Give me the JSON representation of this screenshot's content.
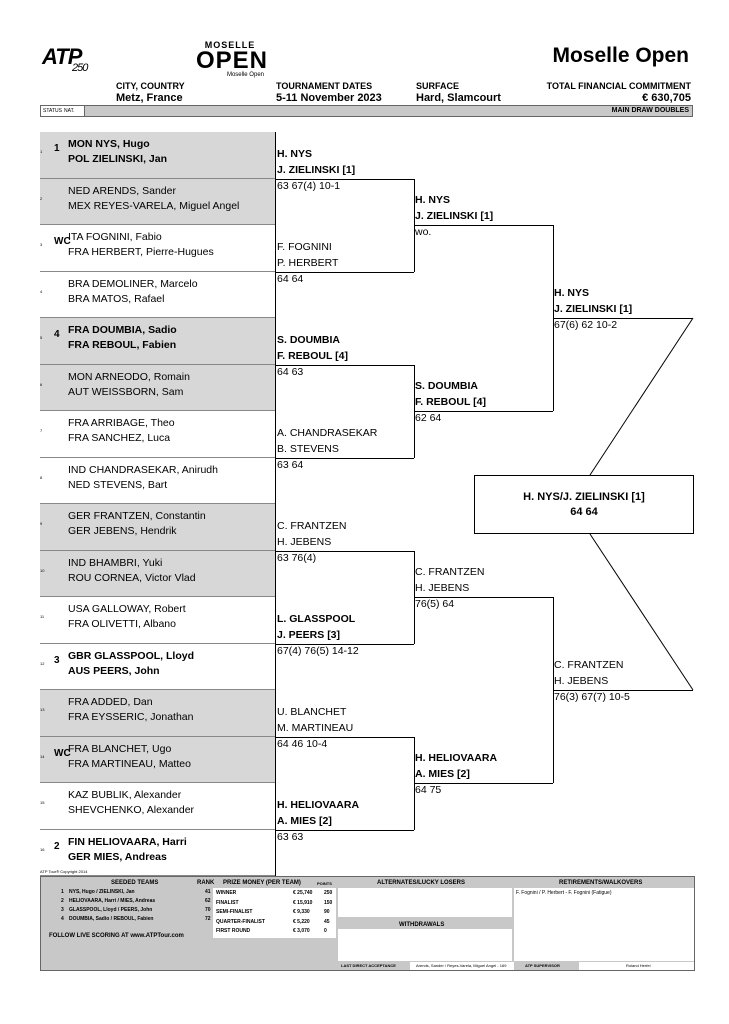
{
  "header": {
    "atp_logo": "ATP",
    "atp_logo_sub": "250",
    "moselle_logo_top": "MOSELLE",
    "moselle_logo_main": "OPEN",
    "moselle_logo_sub": "Moselle Open",
    "title": "Moselle Open",
    "city_label": "CITY, COUNTRY",
    "city_value": "Metz, France",
    "dates_label": "TOURNAMENT DATES",
    "dates_value": "5-11 November 2023",
    "surface_label": "SURFACE",
    "surface_value": "Hard, Slamcourt",
    "commitment_label": "TOTAL FINANCIAL COMMITMENT",
    "commitment_value": "€ 630,705",
    "status_label": "STATUS",
    "nat_label": "NAT.",
    "draw_label": "MAIN DRAW DOUBLES"
  },
  "entries": [
    {
      "num": "1",
      "seed": "1",
      "p1": "MON NYS, Hugo",
      "p2": "POL ZIELINSKI, Jan",
      "bold": true,
      "shade": true
    },
    {
      "num": "2",
      "seed": "",
      "p1": "NED ARENDS, Sander",
      "p2": "MEX REYES-VARELA, Miguel Angel",
      "bold": false,
      "shade": true
    },
    {
      "num": "3",
      "seed": "WC",
      "p1": "ITA FOGNINI, Fabio",
      "p2": "FRA HERBERT, Pierre-Hugues",
      "bold": false,
      "shade": false
    },
    {
      "num": "4",
      "seed": "",
      "p1": "BRA DEMOLINER, Marcelo",
      "p2": "BRA MATOS, Rafael",
      "bold": false,
      "shade": false
    },
    {
      "num": "5",
      "seed": "4",
      "p1": "FRA DOUMBIA, Sadio",
      "p2": "FRA REBOUL, Fabien",
      "bold": true,
      "shade": true
    },
    {
      "num": "6",
      "seed": "",
      "p1": "MON ARNEODO, Romain",
      "p2": "AUT WEISSBORN, Sam",
      "bold": false,
      "shade": true
    },
    {
      "num": "7",
      "seed": "",
      "p1": "FRA ARRIBAGE, Theo",
      "p2": "FRA SANCHEZ, Luca",
      "bold": false,
      "shade": false
    },
    {
      "num": "8",
      "seed": "",
      "p1": "IND CHANDRASEKAR, Anirudh",
      "p2": "NED STEVENS, Bart",
      "bold": false,
      "shade": false
    },
    {
      "num": "9",
      "seed": "",
      "p1": "GER FRANTZEN, Constantin",
      "p2": "GER JEBENS, Hendrik",
      "bold": false,
      "shade": true
    },
    {
      "num": "10",
      "seed": "",
      "p1": "IND BHAMBRI, Yuki",
      "p2": "ROU CORNEA, Victor Vlad",
      "bold": false,
      "shade": true
    },
    {
      "num": "11",
      "seed": "",
      "p1": "USA GALLOWAY, Robert",
      "p2": "FRA OLIVETTI, Albano",
      "bold": false,
      "shade": false
    },
    {
      "num": "12",
      "seed": "3",
      "p1": "GBR GLASSPOOL, Lloyd",
      "p2": "AUS PEERS, John",
      "bold": true,
      "shade": false
    },
    {
      "num": "13",
      "seed": "",
      "p1": "FRA ADDED, Dan",
      "p2": "FRA EYSSERIC, Jonathan",
      "bold": false,
      "shade": true
    },
    {
      "num": "14",
      "seed": "WC",
      "p1": "FRA BLANCHET, Ugo",
      "p2": "FRA MARTINEAU, Matteo",
      "bold": false,
      "shade": true
    },
    {
      "num": "15",
      "seed": "",
      "p1": "KAZ BUBLIK, Alexander",
      "p2": "SHEVCHENKO, Alexander",
      "bold": false,
      "shade": false
    },
    {
      "num": "16",
      "seed": "2",
      "p1": "FIN HELIOVAARA, Harri",
      "p2": "GER MIES, Andreas",
      "bold": true,
      "shade": false
    }
  ],
  "round2": [
    {
      "p1": "H. NYS",
      "p2": "J. ZIELINSKI [1]",
      "score": "63 67(4) 10-1",
      "bold": true
    },
    {
      "p1": "F. FOGNINI",
      "p2": "P. HERBERT",
      "score": "64 64",
      "bold": false
    },
    {
      "p1": "S. DOUMBIA",
      "p2": "F. REBOUL [4]",
      "score": "64 63",
      "bold": true
    },
    {
      "p1": "A. CHANDRASEKAR",
      "p2": "B. STEVENS",
      "score": "63 64",
      "bold": false
    },
    {
      "p1": "C. FRANTZEN",
      "p2": "H. JEBENS",
      "score": "63 76(4)",
      "bold": false
    },
    {
      "p1": "L. GLASSPOOL",
      "p2": "J. PEERS [3]",
      "score": "67(4) 76(5) 14-12",
      "bold": true
    },
    {
      "p1": "U. BLANCHET",
      "p2": "M. MARTINEAU",
      "score": "64 46 10-4",
      "bold": false
    },
    {
      "p1": "H. HELIOVAARA",
      "p2": "A. MIES [2]",
      "score": "63 63",
      "bold": true
    }
  ],
  "quarters": [
    {
      "p1": "H. NYS",
      "p2": "J. ZIELINSKI [1]",
      "score": "wo.",
      "bold": true
    },
    {
      "p1": "S. DOUMBIA",
      "p2": "F. REBOUL [4]",
      "score": "62 64",
      "bold": true
    },
    {
      "p1": "C. FRANTZEN",
      "p2": "H. JEBENS",
      "score": "76(5) 64",
      "bold": false
    },
    {
      "p1": "H. HELIOVAARA",
      "p2": "A. MIES [2]",
      "score": "64 75",
      "bold": true
    }
  ],
  "semis": [
    {
      "p1": "H. NYS",
      "p2": "J. ZIELINSKI [1]",
      "score": "67(6) 62 10-2",
      "bold": true
    },
    {
      "p1": "C. FRANTZEN",
      "p2": "H. JEBENS",
      "score": "76(3) 67(7) 10-5",
      "bold": false
    }
  ],
  "final": {
    "winner": "H. NYS/J. ZIELINSKI [1]",
    "score": "64 64"
  },
  "footer": {
    "copyright": "ATP Tour® Copyright 2014",
    "seeded_title": "SEEDED TEAMS",
    "rank_title": "RANK",
    "prize_title": "PRIZE MONEY (PER TEAM)",
    "points_title": "POINTS",
    "alternates_title": "ALTERNATES/LUCKY LOSERS",
    "retirements_title": "RETIREMENTS/WALKOVERS",
    "withdrawals_title": "WITHDRAWALS",
    "seeds": [
      {
        "n": "1",
        "name": "NYS, Hugo / ZIELINSKI, Jan",
        "rank": "41"
      },
      {
        "n": "2",
        "name": "HELIOVAARA, Harri / MIES, Andreas",
        "rank": "62"
      },
      {
        "n": "3",
        "name": "GLASSPOOL, Lloyd / PEERS, John",
        "rank": "70"
      },
      {
        "n": "4",
        "name": "DOUMBIA, Sadio / REBOUL, Fabien",
        "rank": "72"
      }
    ],
    "prizes": [
      {
        "round": "WINNER",
        "money": "€ 25,740",
        "points": "250"
      },
      {
        "round": "FINALIST",
        "money": "€ 15,910",
        "points": "150"
      },
      {
        "round": "SEMI-FINALIST",
        "money": "€ 9,330",
        "points": "90"
      },
      {
        "round": "QUARTER-FINALIST",
        "money": "€ 5,220",
        "points": "45"
      },
      {
        "round": "FIRST ROUND",
        "money": "€ 3,070",
        "points": "0"
      }
    ],
    "retirement": "F. Fognini / P. Herbert - F. Fognini (Fatigue)",
    "live_scoring": "FOLLOW LIVE SCORING AT www.ATPTour.com",
    "last_direct_label": "LAST DIRECT ACCEPTANCE",
    "last_direct_value": "Arends, Sander / Reyes-Varela, Miguel Angel - 169",
    "supervisor_label": "ATP SUPERVISOR",
    "supervisor_value": "Roland Herfel"
  }
}
